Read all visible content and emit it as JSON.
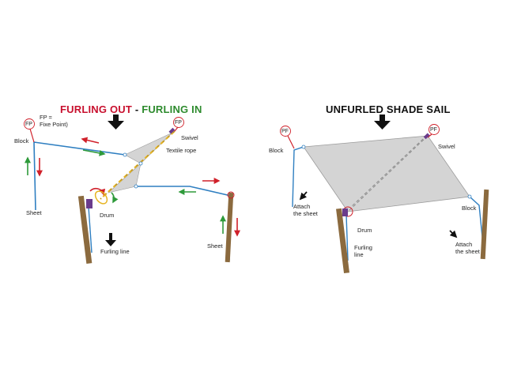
{
  "left_panel": {
    "title_out": "FURLING OUT",
    "title_sep": " - ",
    "title_in": "FURLING IN",
    "title_out_color": "#c8102e",
    "title_in_color": "#2e8b2e",
    "fp_badge_left": "FP",
    "fp_badge_swivel": "FP",
    "fp_note_line1": "FP =",
    "fp_note_line2": "Fixe Point)",
    "label_block": "Block",
    "label_swivel": "Swivel",
    "label_textile_rope_1": "Textile rope",
    "label_sheet_left": "Sheet",
    "label_drum": "Drum",
    "label_furling_line": "Furling line",
    "label_sheet_right": "Sheet"
  },
  "right_panel": {
    "title": "UNFURLED SHADE SAIL",
    "pf_badge_left": "PF",
    "pf_badge_swivel": "PF",
    "label_block_left": "Block",
    "label_swivel": "Swivel",
    "label_attach_left_1": "Attach",
    "label_attach_left_2": "the sheet",
    "label_drum": "Drum",
    "label_furling_line_1": "Furling",
    "label_furling_line_2": "line",
    "label_block_right": "Block",
    "label_attach_right_1": "Attach",
    "label_attach_right_2": "the sheet"
  },
  "colors": {
    "line_blue": "#2f7fc1",
    "arrow_red": "#d0202a",
    "arrow_green": "#2e9a3a",
    "sail_gray": "#d4d4d4",
    "post_brown": "#8b6a3e",
    "drum_purple": "#6a3c8c",
    "rope_yellow": "#e6b422"
  }
}
